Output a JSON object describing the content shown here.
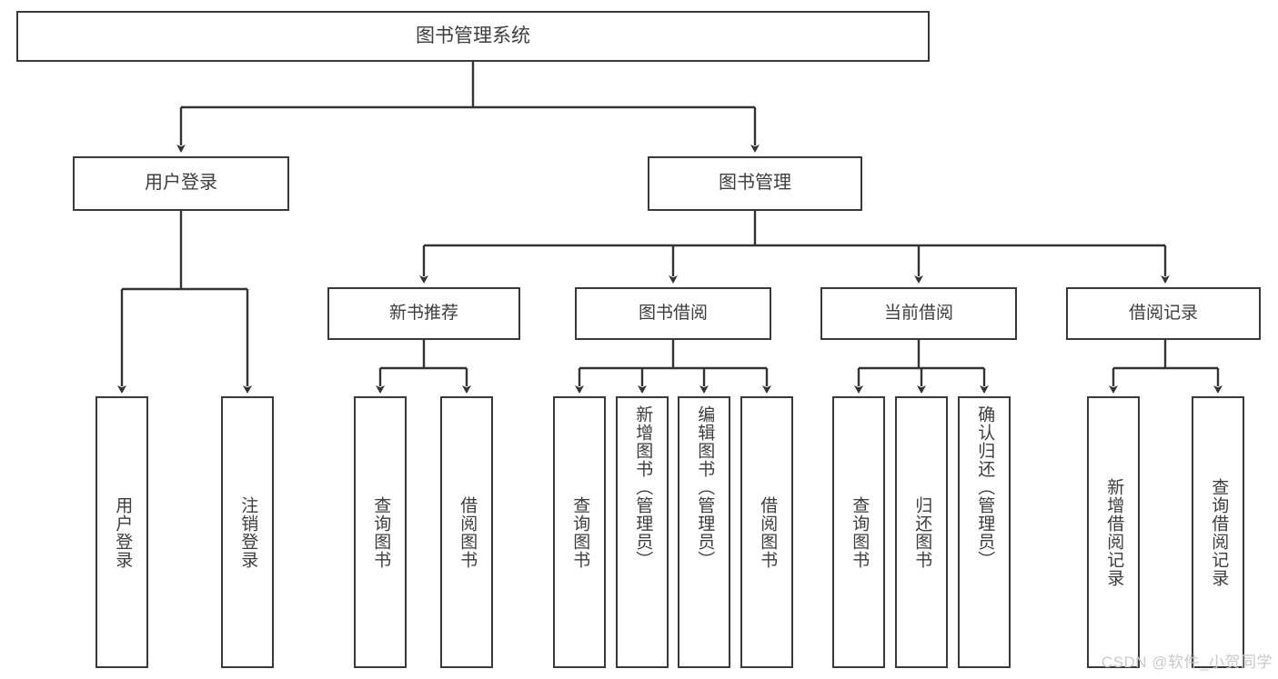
{
  "diagram": {
    "type": "tree-hierarchy",
    "title": "图书管理系统",
    "watermark": "CSDN @软件_小贺同学",
    "colors": {
      "box_border": "#3a3a3a",
      "box_fill": "#ffffff",
      "edge": "#333333",
      "text": "#3d3d3d",
      "watermark": "#c9c9c9",
      "background": "#ffffff"
    },
    "nodes": {
      "root": {
        "label": "图书管理系统"
      },
      "level1": [
        {
          "id": "user-login",
          "label": "用户登录"
        },
        {
          "id": "book-manage",
          "label": "图书管理"
        }
      ],
      "level2": [
        {
          "id": "new-book-recommend",
          "label": "新书推荐",
          "parent": "book-manage"
        },
        {
          "id": "book-borrow",
          "label": "图书借阅",
          "parent": "book-manage"
        },
        {
          "id": "current-borrow",
          "label": "当前借阅",
          "parent": "book-manage"
        },
        {
          "id": "borrow-record",
          "label": "借阅记录",
          "parent": "book-manage"
        }
      ],
      "leaves": [
        {
          "id": "leaf-user-login",
          "label": "用户登录",
          "parent": "user-login"
        },
        {
          "id": "leaf-logout",
          "label": "注销登录",
          "parent": "user-login"
        },
        {
          "id": "leaf-query-book-1",
          "label": "查询图书",
          "parent": "new-book-recommend"
        },
        {
          "id": "leaf-borrow-book-1",
          "label": "借阅图书",
          "parent": "new-book-recommend"
        },
        {
          "id": "leaf-query-book-2",
          "label": "查询图书",
          "parent": "book-borrow"
        },
        {
          "id": "leaf-add-book",
          "label": "新增图书（管理员）",
          "parent": "book-borrow"
        },
        {
          "id": "leaf-edit-book",
          "label": "编辑图书（管理员）",
          "parent": "book-borrow"
        },
        {
          "id": "leaf-borrow-book-2",
          "label": "借阅图书",
          "parent": "book-borrow"
        },
        {
          "id": "leaf-query-book-3",
          "label": "查询图书",
          "parent": "current-borrow"
        },
        {
          "id": "leaf-return-book",
          "label": "归还图书",
          "parent": "current-borrow"
        },
        {
          "id": "leaf-confirm-return",
          "label": "确认归还（管理员）",
          "parent": "current-borrow"
        },
        {
          "id": "leaf-add-record",
          "label": "新增借阅记录",
          "parent": "borrow-record"
        },
        {
          "id": "leaf-query-record",
          "label": "查询借阅记录",
          "parent": "borrow-record"
        }
      ]
    }
  }
}
